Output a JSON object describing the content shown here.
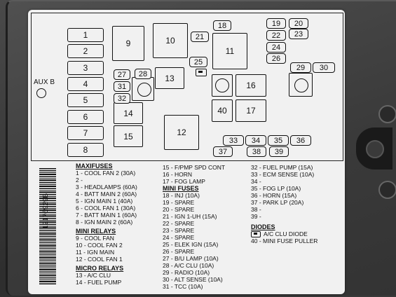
{
  "fuse_box": {
    "aux_label": "AUX B",
    "part_number": "12176929B",
    "left_fuses": [
      "1",
      "2",
      "3",
      "4",
      "5",
      "6",
      "7",
      "8"
    ],
    "cells": {
      "f9": "9",
      "f10": "10",
      "f11": "11",
      "f12": "12",
      "f13": "13",
      "f14": "14",
      "f15": "15",
      "f16": "16",
      "f17": "17",
      "f18": "18",
      "f19": "19",
      "f20": "20",
      "f21": "21",
      "f22": "22",
      "f23": "23",
      "f24": "24",
      "f25": "25",
      "f26": "26",
      "f27": "27",
      "f28": "28",
      "f29": "29",
      "f30": "30",
      "f31": "31",
      "f32": "32",
      "f33": "33",
      "f34": "34",
      "f35": "35",
      "f36": "36",
      "f37": "37",
      "f38": "38",
      "f39": "39",
      "f40": "40"
    }
  },
  "legend": {
    "col1": {
      "maxi_heading": "MAXIFUSES",
      "maxi": [
        "1 - COOL FAN 2 (30A)",
        "2 -",
        "3 - HEADLAMPS (60A)",
        "4 - BATT MAIN 2 (60A)",
        "5 - IGN MAIN 1 (40A)",
        "6 - COOL FAN 1 (30A)",
        "7 - BATT MAIN 1 (60A)",
        "8 - IGN MAIN 2 (60A)"
      ],
      "mini_relays_heading": "MINI RELAYS",
      "mini_relays": [
        "9 - COOL FAN",
        "10 - COOL FAN 2",
        "11 - IGN MAIN",
        "12 - COOL FAN 1"
      ],
      "micro_relays_heading": "MICRO RELAYS",
      "micro_relays": [
        "13 - A/C CLU",
        "14 - FUEL PUMP"
      ]
    },
    "col2": {
      "top": [
        "15 - F/PMP SPD CONT",
        "16 - HORN",
        "17 - FOG LAMP"
      ],
      "mini_fuses_heading": "MINI FUSES",
      "mini_fuses": [
        "18 - INJ (10A)",
        "19 - SPARE",
        "20 - SPARE",
        "21 - IGN 1-UH (15A)",
        "22 - SPARE",
        "23 - SPARE",
        "24 - SPARE",
        "25 - ELEK IGN (15A)",
        "26 - SPARE",
        "27 - B/U LAMP (10A)",
        "28 - A/C CLU (10A)",
        "29 - RADIO (10A)",
        "30 - ALT SENSE (10A)",
        "31 - TCC (10A)"
      ]
    },
    "col3": {
      "items": [
        "32 - FUEL PUMP (15A)",
        "33 - ECM SENSE (10A)",
        "34 -",
        "35 - FOG LP (10A)",
        "36 - HORN (15A)",
        "37 - PARK LP (20A)",
        "38 -",
        "39 -"
      ],
      "diodes_heading": "DIODES",
      "diodes": [
        "A/C CLU DIODE",
        "40 - MINI FUSE PULLER"
      ]
    }
  }
}
